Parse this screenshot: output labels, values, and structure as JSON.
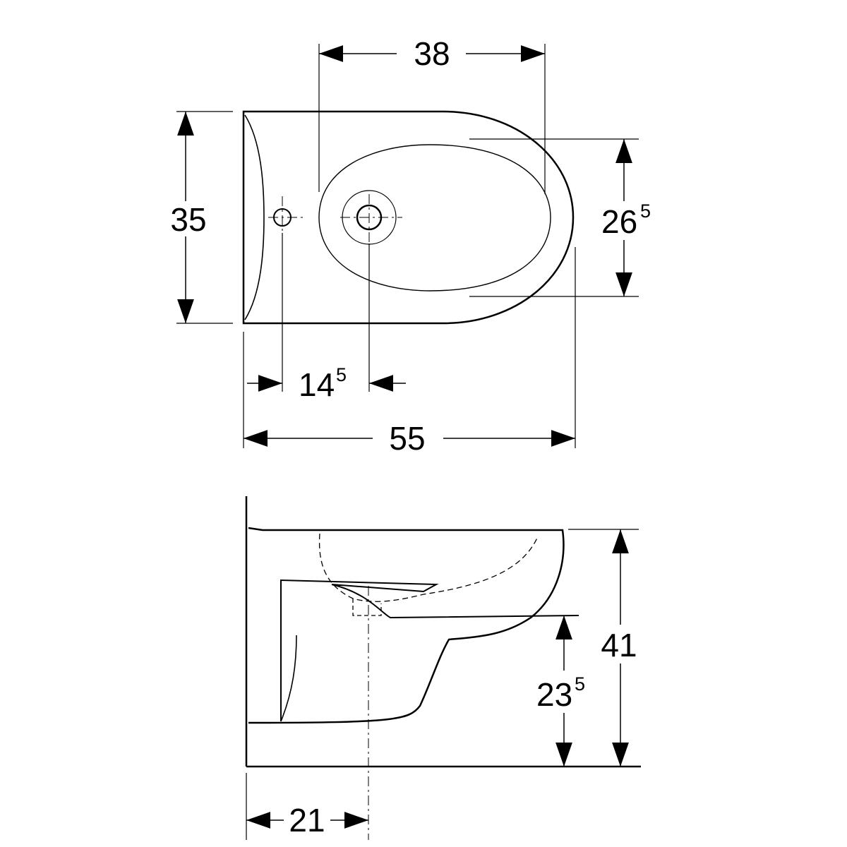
{
  "diagram": {
    "colors": {
      "line": "#000000",
      "background": "#ffffff"
    },
    "top_view": {
      "dimensions": {
        "bowl_length": {
          "main": "38",
          "sup": ""
        },
        "overall_width": {
          "main": "35",
          "sup": ""
        },
        "bowl_width": {
          "main": "26",
          "sup": "5"
        },
        "hole_offset": {
          "main": "14",
          "sup": "5"
        },
        "overall_depth": {
          "main": "55",
          "sup": ""
        }
      }
    },
    "side_view": {
      "dimensions": {
        "overall_height": {
          "main": "41",
          "sup": ""
        },
        "outlet_height": {
          "main": "23",
          "sup": "5"
        },
        "outlet_offset": {
          "main": "21",
          "sup": ""
        }
      }
    }
  }
}
